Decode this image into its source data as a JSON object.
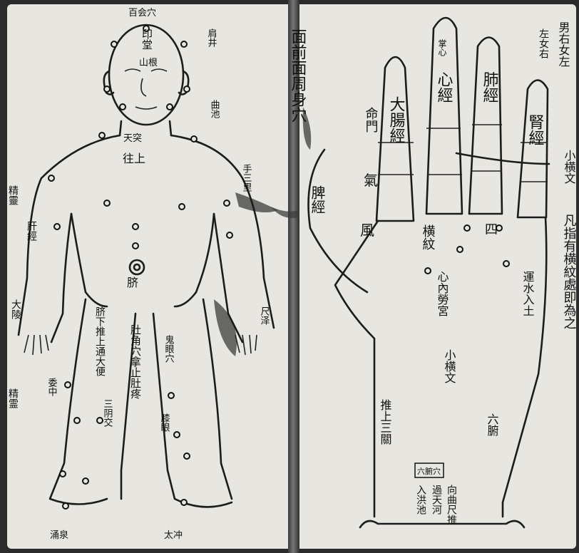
{
  "left_page": {
    "title": "面前面周身穴",
    "head_labels": {
      "top": "百会穴",
      "forehead": "印堂",
      "nose": "山根",
      "throat": "天突",
      "upper_chest": "往上"
    },
    "navel": "脐",
    "side_labels_left": [
      "精靈",
      "肝經",
      "大陵",
      "精霊"
    ],
    "side_labels_right": [
      "肩井",
      "曲池",
      "手三里",
      "尺泽"
    ],
    "abdomen_labels": [
      "脐下推上通大便",
      "肚角穴拿止肚疼"
    ],
    "leg_labels": [
      "委中",
      "三阴交",
      "鬼眼穴",
      "膝眼"
    ],
    "foot_labels": [
      "涌泉",
      "太冲"
    ]
  },
  "right_page": {
    "header": [
      "左女右",
      "男右女左"
    ],
    "fingers": [
      {
        "label_top": "",
        "channel": "大腸經"
      },
      {
        "label_top": "掌心",
        "channel": "心經"
      },
      {
        "label_top": "",
        "channel": "肺經"
      },
      {
        "label_top": "",
        "channel": "腎經"
      }
    ],
    "thumb": "脾經",
    "side_vertical_1": "小横文",
    "side_vertical_2": "凡指有横紋處即為之",
    "palm_labels": {
      "life_gate": "命門",
      "qi": "氣",
      "wind": "風",
      "transverse": "横紋",
      "four": "四",
      "heart_palace": "心內勞宮",
      "water_earth": "運水入土",
      "small_transverse": "小横文",
      "push_up": "推上三關",
      "luo": "六腑",
      "bottom_push": "向曲尺推",
      "bottom_2": "過天河",
      "bottom_3": "入洪池"
    },
    "boxed_label": "六腑穴"
  }
}
